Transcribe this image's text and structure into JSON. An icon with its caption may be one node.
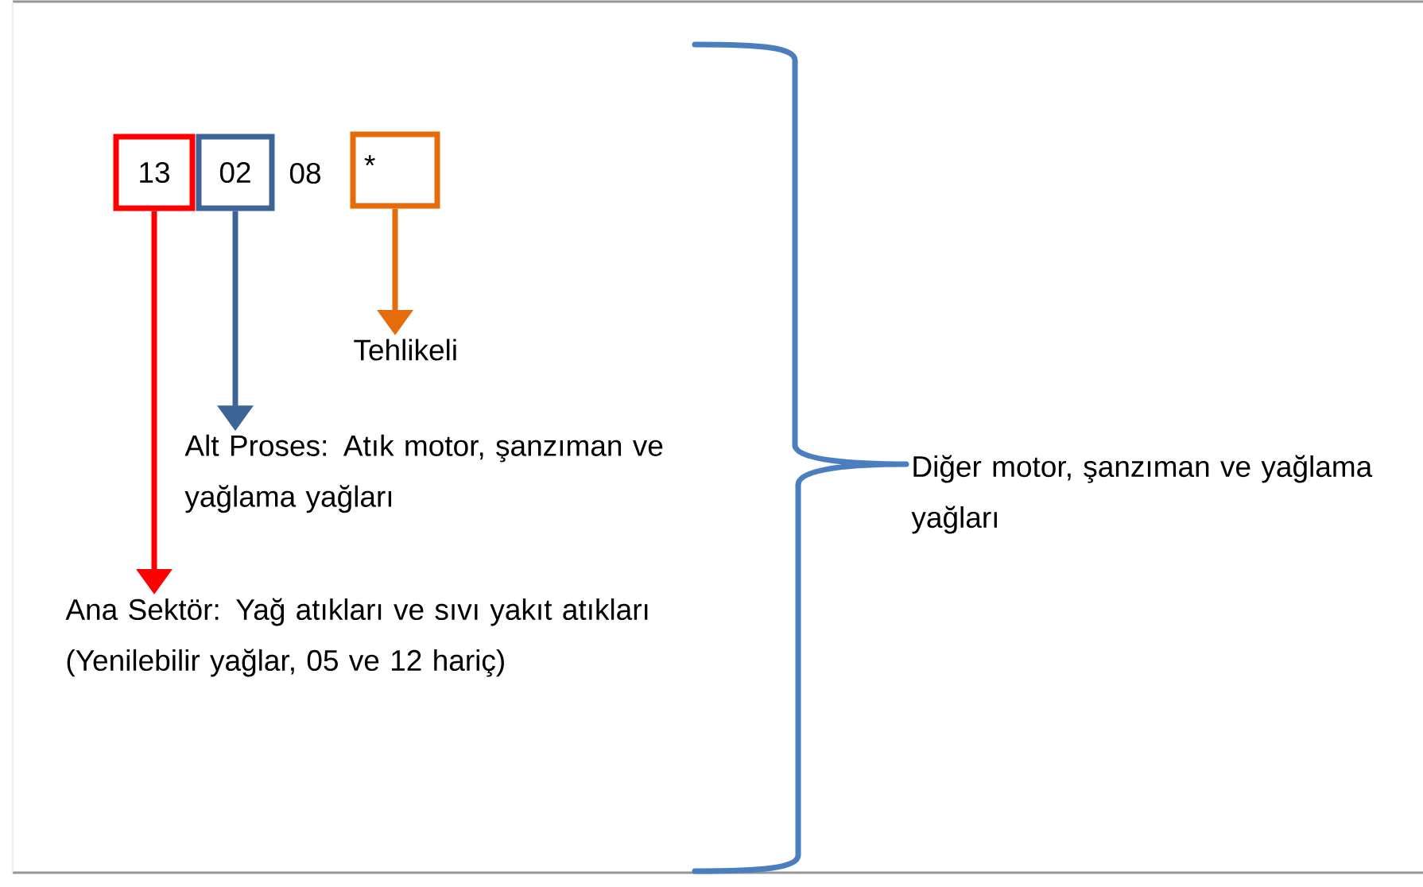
{
  "diagram": {
    "nodes": [
      {
        "text": [
          "13"
        ]
      },
      {
        "text": [
          "02"
        ]
      },
      {
        "text": [
          "*"
        ]
      },
      {
        "text": [
          "Tehlikeli"
        ]
      },
      {
        "text": [
          "Alt Proses: Atık motor, şanzıman ve yağlama yağları"
        ]
      },
      {
        "text": [
          "Ana Sektör: Yağ atıkları ve sıvı yakıt atıkları (Yenilebilir yağlar, 05 ve 12 hariç)"
        ]
      },
      {
        "text": [
          "Diğer motor, şanzıman ve yağlama yağları"
        ]
      }
    ],
    "edges": [
      {
        "from": 0,
        "to": 5,
        "arrow": "to",
        "color": "#ff0000"
      },
      {
        "from": 1,
        "to": 4,
        "arrow": "to",
        "color": "#3c6496"
      },
      {
        "from": 2,
        "to": 3,
        "arrow": "to",
        "color": "#e46c0a"
      }
    ],
    "labels": [
      "08"
    ]
  }
}
